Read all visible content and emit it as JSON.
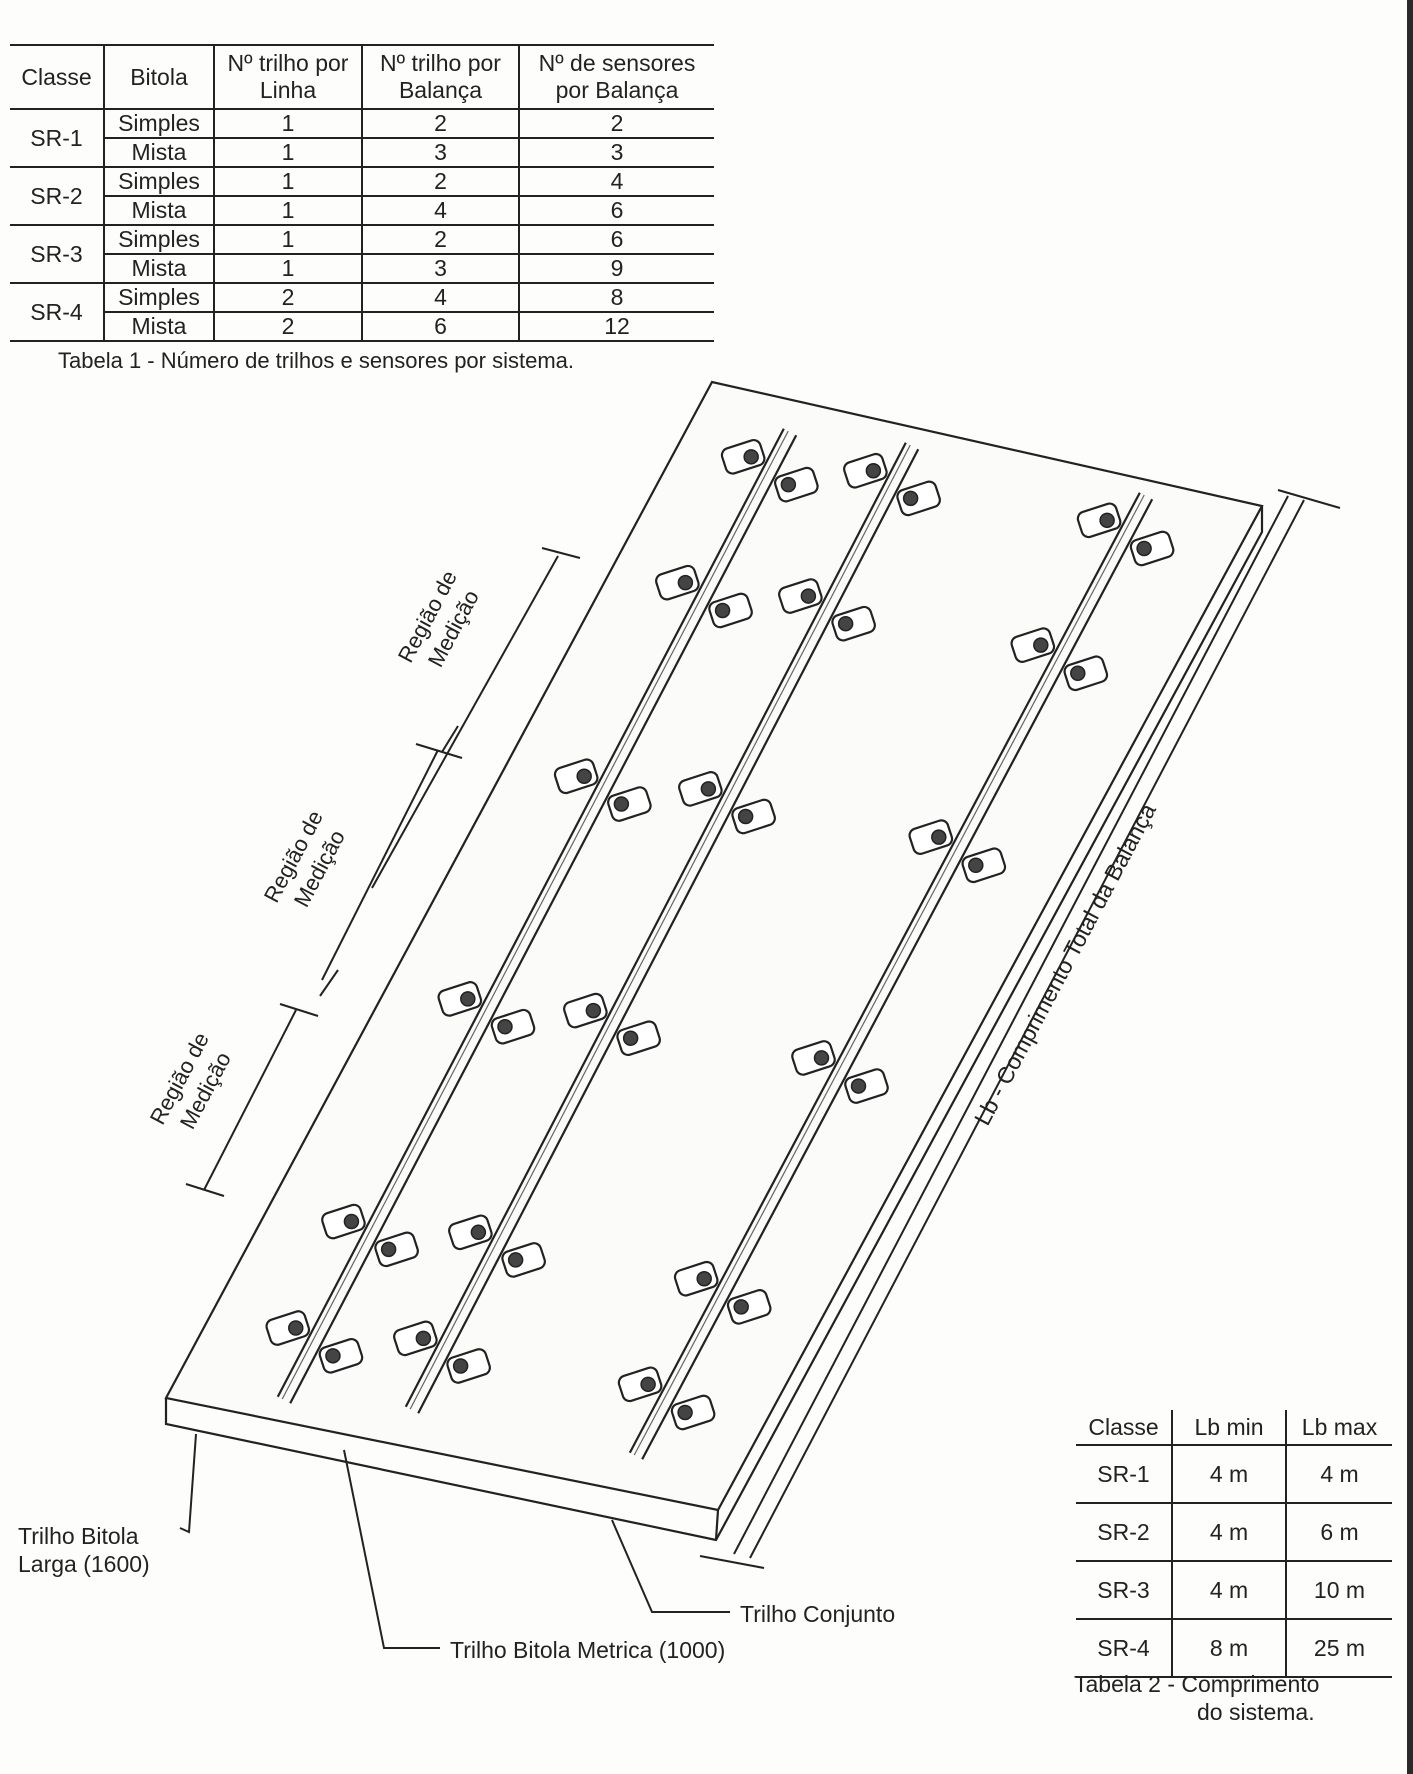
{
  "table1": {
    "headers": [
      "Classe",
      "Bitola",
      "Nº trilho por Linha",
      "Nº trilho por Balança",
      "Nº de sensores por Balança"
    ],
    "rows": [
      {
        "classe": "SR-1",
        "bitola": "Simples",
        "linha": "1",
        "balanca": "2",
        "sensores": "2"
      },
      {
        "classe": "",
        "bitola": "Mista",
        "linha": "1",
        "balanca": "3",
        "sensores": "3"
      },
      {
        "classe": "SR-2",
        "bitola": "Simples",
        "linha": "1",
        "balanca": "2",
        "sensores": "4"
      },
      {
        "classe": "",
        "bitola": "Mista",
        "linha": "1",
        "balanca": "4",
        "sensores": "6"
      },
      {
        "classe": "SR-3",
        "bitola": "Simples",
        "linha": "1",
        "balanca": "2",
        "sensores": "6"
      },
      {
        "classe": "",
        "bitola": "Mista",
        "linha": "1",
        "balanca": "3",
        "sensores": "9"
      },
      {
        "classe": "SR-4",
        "bitola": "Simples",
        "linha": "2",
        "balanca": "4",
        "sensores": "8"
      },
      {
        "classe": "",
        "bitola": "Mista",
        "linha": "2",
        "balanca": "6",
        "sensores": "12"
      }
    ],
    "caption": "Tabela 1 - Número de trilhos e sensores por sistema."
  },
  "table2": {
    "headers": [
      "Classe",
      "Lb min",
      "Lb max"
    ],
    "rows": [
      {
        "classe": "SR-1",
        "min": "4 m",
        "max": "4 m"
      },
      {
        "classe": "SR-2",
        "min": "4 m",
        "max": "6 m"
      },
      {
        "classe": "SR-3",
        "min": "4 m",
        "max": "10 m"
      },
      {
        "classe": "SR-4",
        "min": "8 m",
        "max": "25 m"
      }
    ],
    "caption_line1": "Tabela 2 - Comprimento",
    "caption_line2": "do sistema."
  },
  "drawing": {
    "regions": [
      {
        "line1": "Região de",
        "line2": "Medição"
      },
      {
        "line1": "Região de",
        "line2": "Medição"
      },
      {
        "line1": "Região de",
        "line2": "Medição"
      }
    ],
    "lb_label": "Lb - Comprimento Total da Balança",
    "label_larga_line1": "Trilho Bitola",
    "label_larga_line2": "Larga (1600)",
    "label_metrica": "Trilho Bitola Metrica (1000)",
    "label_conjunto": "Trilho Conjunto"
  }
}
